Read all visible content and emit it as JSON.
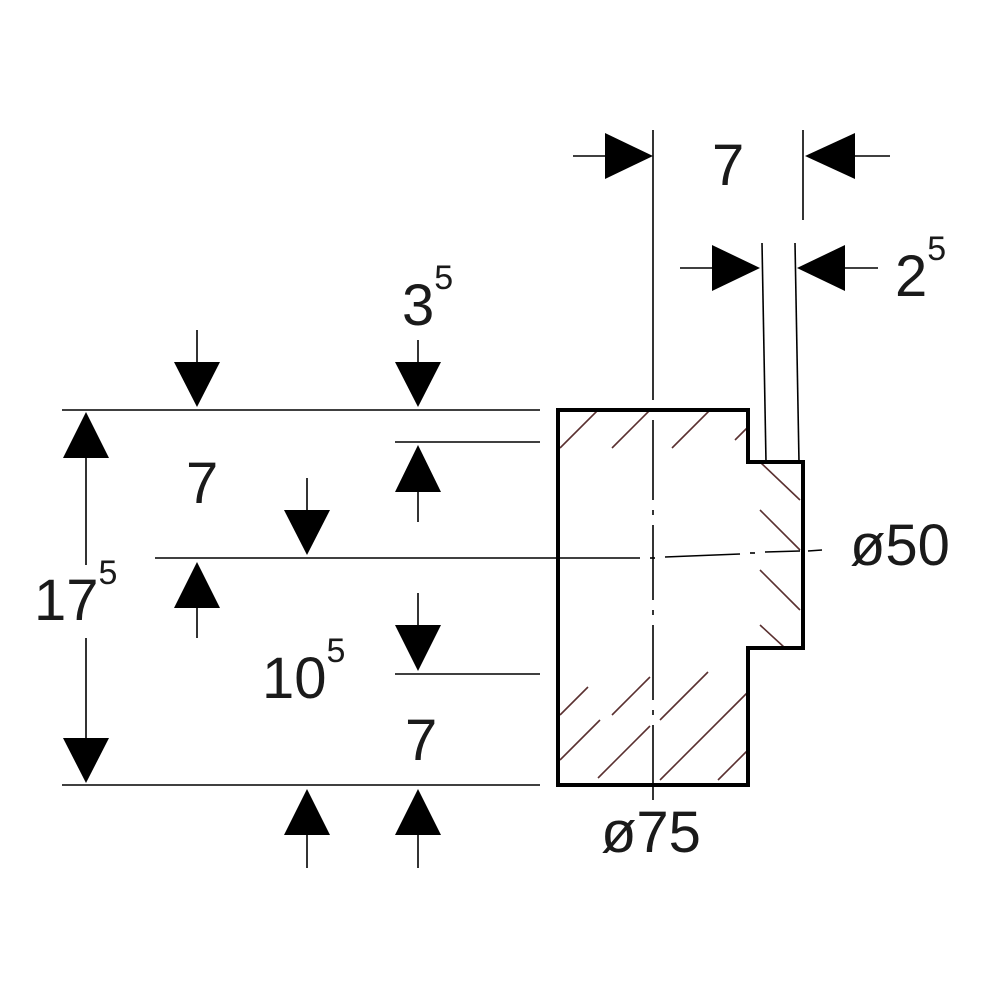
{
  "drawing": {
    "line_color": "#000000",
    "hatch_color": "#5a3030",
    "labels": {
      "top_width": {
        "main": "7",
        "sup": ""
      },
      "top_wall": {
        "main": "2",
        "sup": "5"
      },
      "left_top_offset": {
        "main": "3",
        "sup": "5"
      },
      "left_upper_seg": {
        "main": "7",
        "sup": ""
      },
      "total_height": {
        "main": "17",
        "sup": "5"
      },
      "lower_offset": {
        "main": "10",
        "sup": "5"
      },
      "left_lower_seg": {
        "main": "7",
        "sup": ""
      },
      "small_diameter": {
        "main": "ø50",
        "sup": ""
      },
      "large_diameter": {
        "main": "ø75",
        "sup": ""
      }
    }
  }
}
